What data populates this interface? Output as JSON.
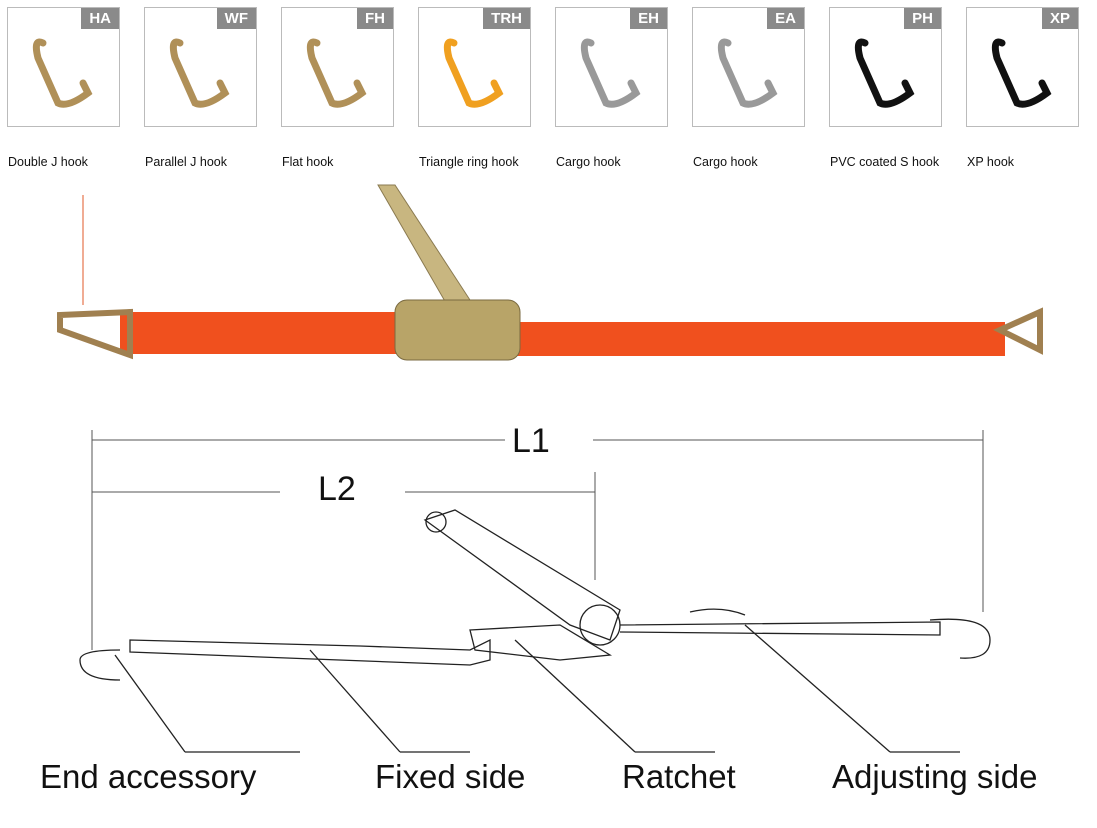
{
  "hooks": [
    {
      "code": "HA",
      "label": "Double J hook"
    },
    {
      "code": "WF",
      "label": "Parallel J hook"
    },
    {
      "code": "FH",
      "label": "Flat hook"
    },
    {
      "code": "TRH",
      "label": "Triangle ring hook"
    },
    {
      "code": "EH",
      "label": "Cargo hook"
    },
    {
      "code": "EA",
      "label": "Cargo hook"
    },
    {
      "code": "PH",
      "label": "PVC coated S hook"
    },
    {
      "code": "XP",
      "label": "XP hook"
    }
  ],
  "dimensions": {
    "l1": "L1",
    "l2": "L2"
  },
  "parts": {
    "end": "End accessory",
    "fixed": "Fixed side",
    "ratchet": "Ratchet",
    "adjusting": "Adjusting side"
  },
  "colors": {
    "strap": "#f0501e",
    "code_bg": "#8a8a8a"
  }
}
